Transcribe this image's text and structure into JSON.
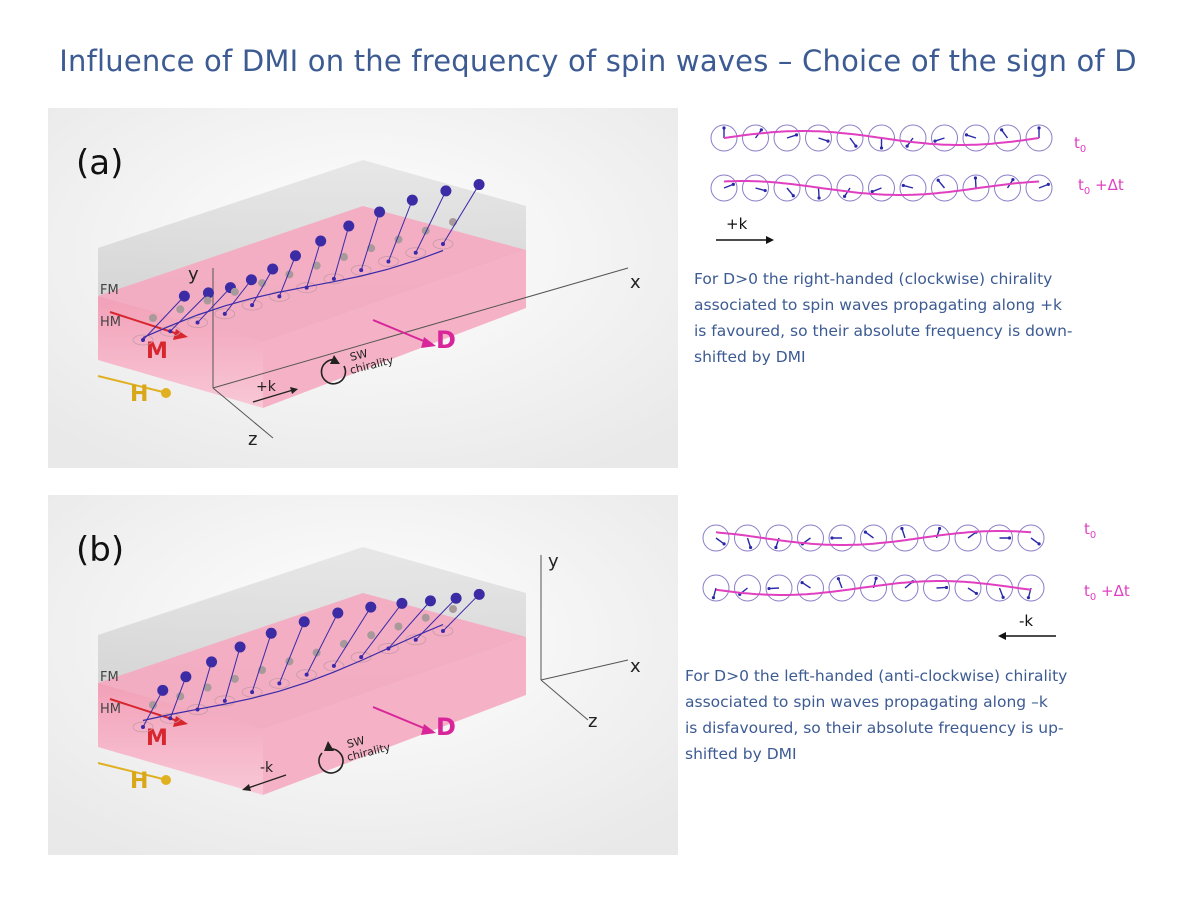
{
  "title": "Influence of DMI on the frequency of spin waves – Choice of the sign of D",
  "panel_a": {
    "label": "(a)",
    "axes": {
      "x": "x",
      "y": "y",
      "z": "z"
    },
    "layers": {
      "fm": "FM",
      "hm": "HM"
    },
    "vectors": {
      "m": "M",
      "h": "H",
      "d": "D"
    },
    "k_label": "+k",
    "chirality": {
      "line1": "SW",
      "line2": "chirality"
    },
    "row_labels": {
      "t0": "t",
      "t0_sub": "0",
      "t1_prefix": "t",
      "t1_sub": "0",
      "t1_suffix": " +Δt"
    },
    "k_arrow_label": "+k",
    "description": [
      "For D>0 the right-handed (clockwise) chirality",
      "associated to spin waves propagating along +k",
      "is favoured, so their absolute frequency is down-",
      "shifted by DMI"
    ]
  },
  "panel_b": {
    "label": "(b)",
    "axes": {
      "x": "x",
      "y": "y",
      "z": "z"
    },
    "layers": {
      "fm": "FM",
      "hm": "HM"
    },
    "vectors": {
      "m": "M",
      "h": "H",
      "d": "D"
    },
    "k_label": "-k",
    "chirality": {
      "line1": "SW",
      "line2": "chirality"
    },
    "row_labels": {
      "t0": "t",
      "t0_sub": "0",
      "t1_prefix": "t",
      "t1_sub": "0",
      "t1_suffix": " +Δt"
    },
    "k_arrow_label": "-k",
    "description": [
      "For D>0 the left-handed (anti-clockwise) chirality",
      "associated to spin waves  propagating along –k",
      "is disfavoured, so their  absolute frequency is up-",
      "shifted by DMI"
    ]
  },
  "colors": {
    "title": "#3d5b93",
    "text": "#3d5b93",
    "magenta": "#e040c0",
    "spin_arrow": "#2a2aa8",
    "circle": "#9a8ccc",
    "fm_layer": "#f4a6bd",
    "grey_box": "#d8d8d8",
    "m_vector": "#d8262e",
    "h_vector": "#e0b020",
    "d_vector": "#d8269a"
  }
}
